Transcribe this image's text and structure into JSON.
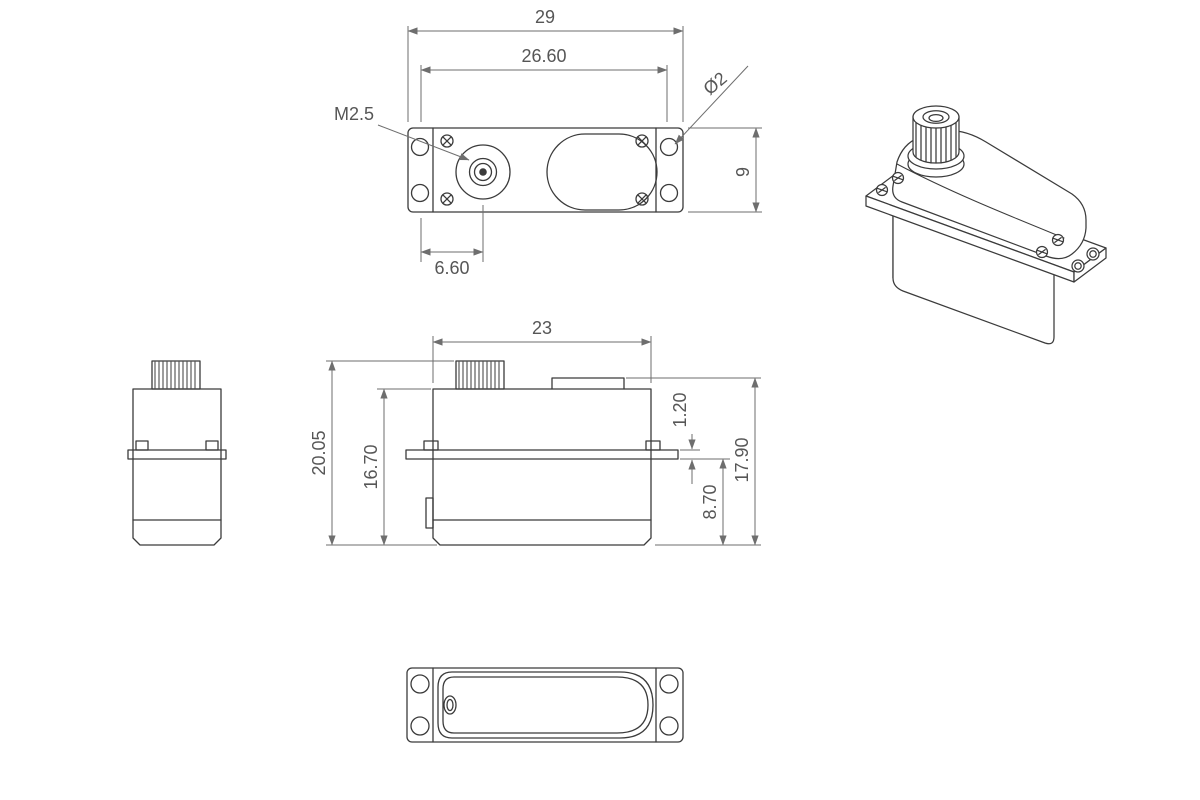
{
  "drawing": {
    "background": "#ffffff",
    "line_color": "#3b3b3b",
    "dim_line_color": "#6e6e6e",
    "dim_text_color": "#565656",
    "views": {
      "top": {
        "dims": {
          "overall_width": "29",
          "hole_spacing": "26.60",
          "hole_diameter": "Ø2",
          "depth": "9",
          "thread_callout": "M2.5",
          "shaft_offset": "6.60"
        }
      },
      "front": {
        "dims": {
          "body_width": "23",
          "overall_height": "20.05",
          "body_height": "16.70",
          "flange_thickness": "1.20",
          "upper_height": "17.90",
          "lower_height": "8.70"
        }
      }
    }
  }
}
